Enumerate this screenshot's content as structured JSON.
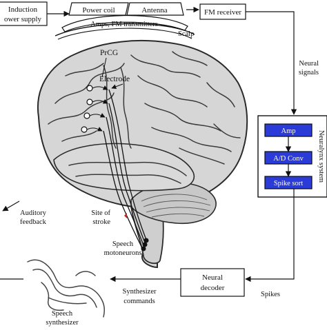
{
  "colors": {
    "brain_fill": "#d6d6d6",
    "brain_stroke": "#2a2a2a",
    "system_box": "#2b3bd8",
    "stroke_mark": "#cc1f1f",
    "ink": "#111111"
  },
  "labels": {
    "induction_line1": "Induction",
    "induction_line2": "ower supply",
    "power_coil": "Power coil",
    "antenna": "Antenna",
    "amps_fm": "Amps, FM transmitters",
    "scalp": "Scalp",
    "fm_receiver": "FM receiver",
    "prcg": "PrCG",
    "electrode": "Electrode",
    "neural_signals_1": "Neural",
    "neural_signals_2": "signals",
    "neuralynx": "Neuralynx system",
    "amp": "Amp",
    "ad_conv": "A/D Conv",
    "spike_sort": "Spike sort",
    "auditory_1": "Auditory",
    "auditory_2": "feedback",
    "site_1": "Site of",
    "site_2": "stroke",
    "motoneurons_1": "Speech",
    "motoneurons_2": "motoneurons",
    "neural_decoder_1": "Neural",
    "neural_decoder_2": "decoder",
    "spikes": "Spikes",
    "synth_commands_1": "Synthesizer",
    "synth_commands_2": "commands",
    "speech_synth_1": "Speech",
    "speech_synth_2": "synthesizer"
  }
}
